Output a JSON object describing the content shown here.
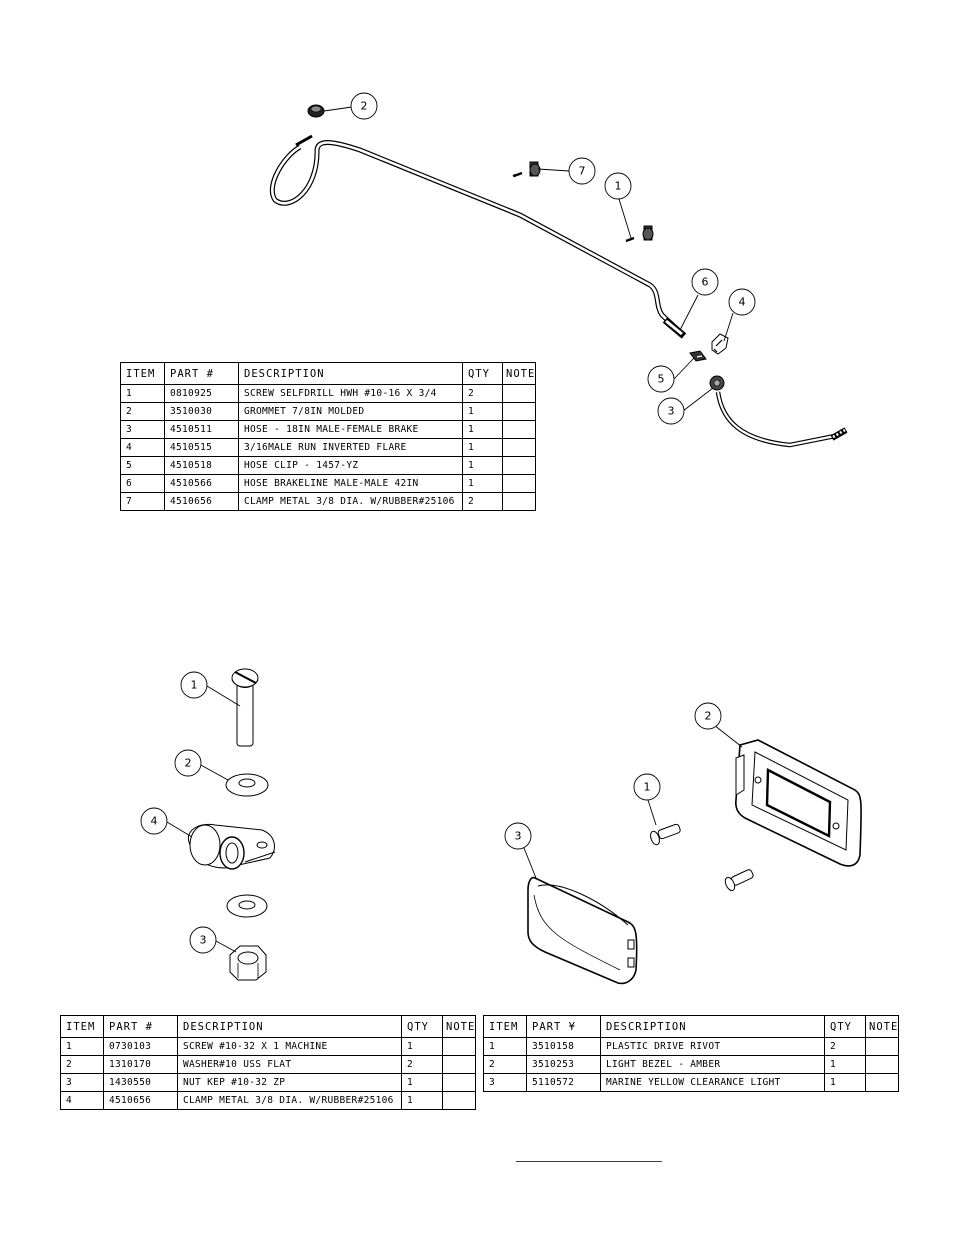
{
  "header": {
    "item": "ITEM",
    "part": "PART #",
    "desc": "DESCRIPTION",
    "qty": "QTY",
    "note": "NOTE"
  },
  "header_light_part": "PART ¥",
  "brake_table": [
    {
      "item": "1",
      "part": "0810925",
      "desc": "SCREW SELFDRILL HWH #10-16 X 3/4",
      "qty": "2"
    },
    {
      "item": "2",
      "part": "3510030",
      "desc": "GROMMET  7/8IN MOLDED",
      "qty": "1"
    },
    {
      "item": "3",
      "part": "4510511",
      "desc": "HOSE - 18IN MALE-FEMALE BRAKE",
      "qty": "1"
    },
    {
      "item": "4",
      "part": "4510515",
      "desc": "3/16MALE RUN INVERTED FLARE",
      "qty": "1"
    },
    {
      "item": "5",
      "part": "4510518",
      "desc": "HOSE CLIP - 1457-YZ",
      "qty": "1"
    },
    {
      "item": "6",
      "part": "4510566",
      "desc": "HOSE BRAKELINE MALE-MALE 42IN",
      "qty": "1"
    },
    {
      "item": "7",
      "part": "4510656",
      "desc": "CLAMP METAL 3/8 DIA. W/RUBBER#25106",
      "qty": "2"
    }
  ],
  "clamp_table": [
    {
      "item": "1",
      "part": "0730103",
      "desc": "SCREW #10-32 X 1 MACHINE",
      "qty": "1"
    },
    {
      "item": "2",
      "part": "1310170",
      "desc": "WASHER#10 USS FLAT",
      "qty": "2"
    },
    {
      "item": "3",
      "part": "1430550",
      "desc": "NUT KEP #10-32 ZP",
      "qty": "1"
    },
    {
      "item": "4",
      "part": "4510656",
      "desc": "CLAMP METAL 3/8 DIA. W/RUBBER#25106",
      "qty": "1"
    }
  ],
  "light_table": [
    {
      "item": "1",
      "part": "3510158",
      "desc": "PLASTIC DRIVE RIVOT",
      "qty": "2"
    },
    {
      "item": "2",
      "part": "3510253",
      "desc": "LIGHT BEZEL - AMBER",
      "qty": "1"
    },
    {
      "item": "3",
      "part": "5110572",
      "desc": "MARINE YELLOW CLEARANCE LIGHT",
      "qty": "1"
    }
  ],
  "callouts_brake": [
    "2",
    "7",
    "1",
    "6",
    "4",
    "5",
    "3"
  ],
  "callouts_clamp": [
    "1",
    "2",
    "4",
    "3"
  ],
  "callouts_light": [
    "2",
    "1",
    "3"
  ],
  "footer_link_text": "",
  "colors": {
    "line": "#000000",
    "link": "#1a33cc"
  }
}
